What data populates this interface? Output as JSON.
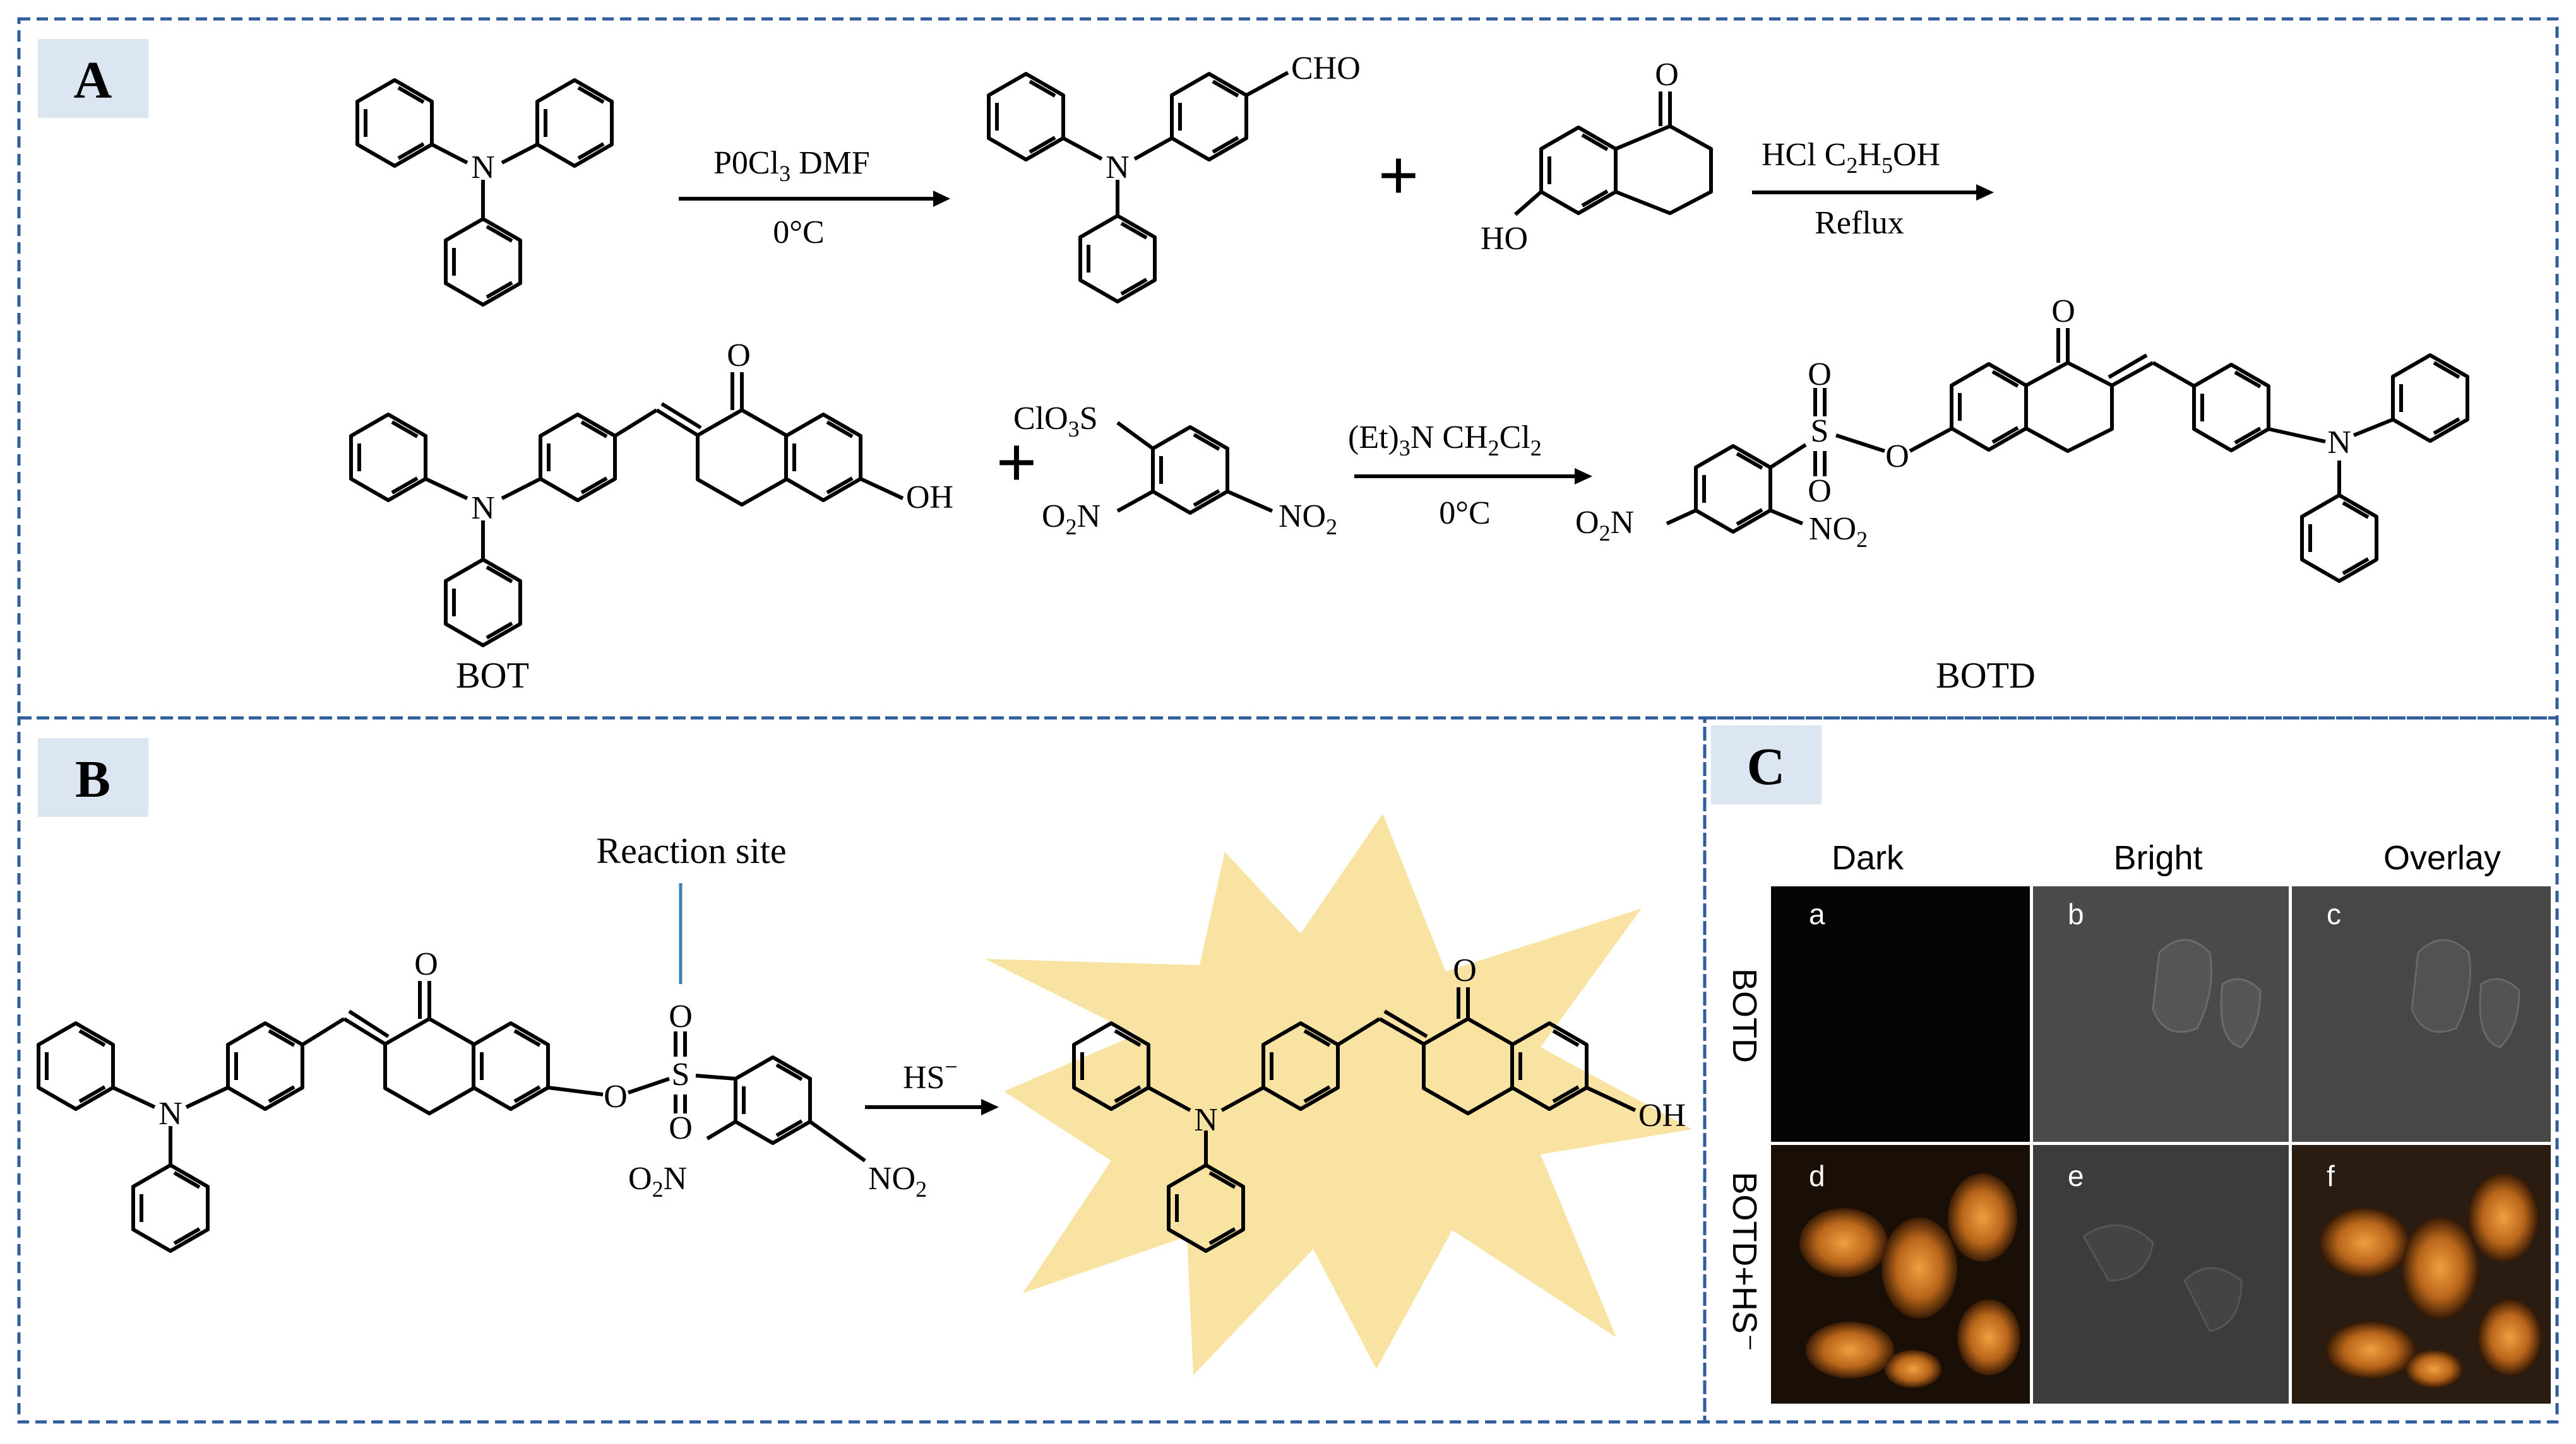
{
  "panels": {
    "A": {
      "label": "A"
    },
    "B": {
      "label": "B"
    },
    "C": {
      "label": "C"
    }
  },
  "panelA": {
    "step1": {
      "reagent_top": "P0Cl",
      "reagent_top_sub": "3",
      "reagent_top_tail": "  DMF",
      "reagent_bottom": "0°C"
    },
    "cho": "CHO",
    "oxo": "O",
    "ho": "HO",
    "plus": "+",
    "step2": {
      "reagent_top": "HCl  C",
      "reagent_top_s1": "2",
      "reagent_top_mid": "H",
      "reagent_top_s2": "5",
      "reagent_top_tail": "OH",
      "reagent_bottom": "Reflux"
    },
    "n": "N",
    "bot_label": "BOT",
    "oh": "OH",
    "clo3s": "ClO",
    "clo3s_sub": "3",
    "clo3s_tail": "S",
    "o2n": "O",
    "o2n_sub": "2",
    "o2n_tail": "N",
    "no2": "NO",
    "no2_sub": "2",
    "step3": {
      "reagent_top": "(Et)",
      "reagent_top_s1": "3",
      "reagent_top_mid": "N    CH",
      "reagent_top_s2": "2",
      "reagent_top_mid2": "Cl",
      "reagent_top_s3": "2",
      "reagent_bottom": "0°C"
    },
    "s": "S",
    "botd_label": "BOTD"
  },
  "panelB": {
    "reaction_site": "Reaction site",
    "reagent": "HS",
    "reagent_sup": "−"
  },
  "panelC": {
    "columns": [
      "Dark",
      "Bright",
      "Overlay"
    ],
    "rows": [
      "BOTD",
      "BOTD+HS⁻"
    ],
    "tiles": [
      "a",
      "b",
      "c",
      "d",
      "e",
      "f"
    ]
  },
  "colors": {
    "border": "#2f5d9e",
    "label_box": "#dbe6f2",
    "burst": "#f8e3a3",
    "reaction_line": "#3a7fc0",
    "fluorescence": "#c8741c"
  }
}
